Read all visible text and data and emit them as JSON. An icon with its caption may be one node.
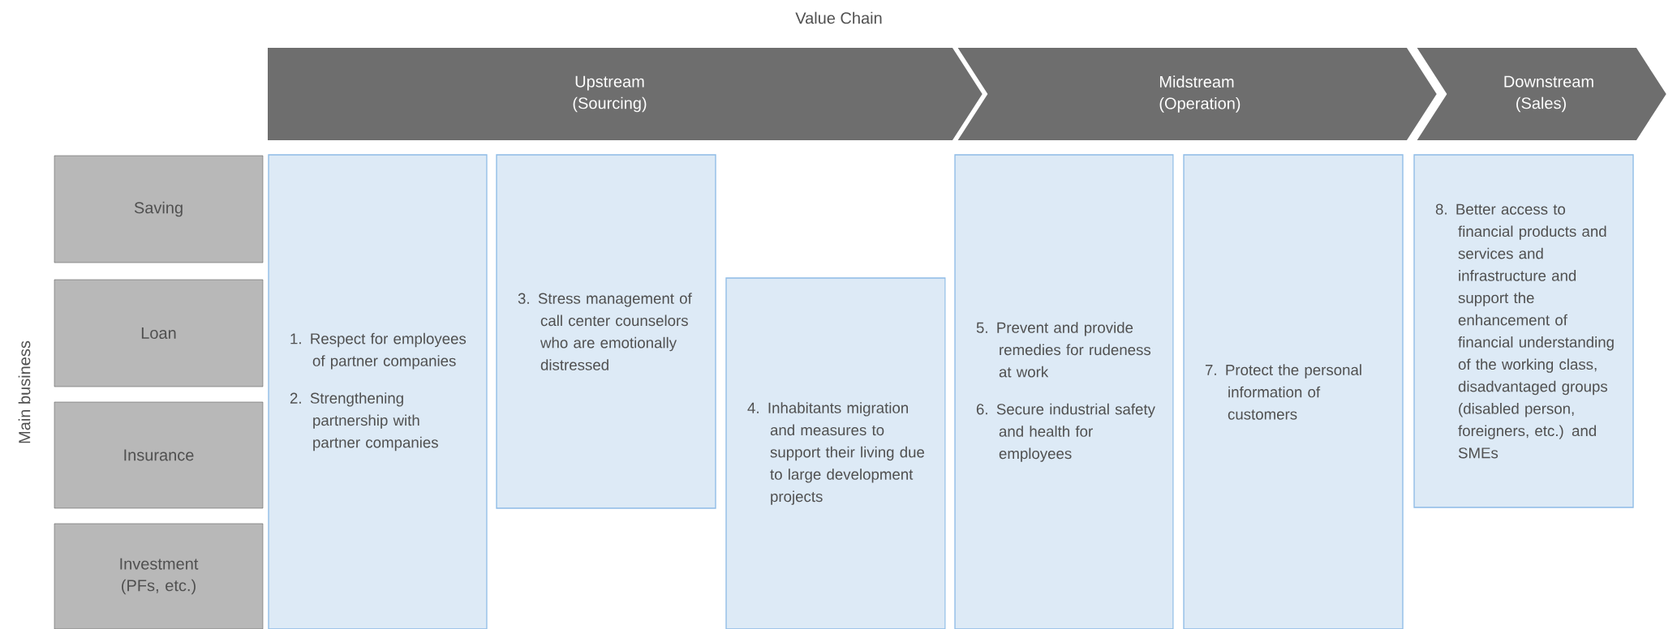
{
  "diagram": {
    "title": "Value Chain",
    "nodes": [
      {
        "text": [
          "Upstream (Sourcing)"
        ]
      },
      {
        "text": [
          "Midstream (Operation)"
        ]
      },
      {
        "text": [
          "Downstream (Sales)"
        ]
      },
      {
        "text": [
          "Saving"
        ]
      },
      {
        "text": [
          "Loan"
        ]
      },
      {
        "text": [
          "Insurance"
        ]
      },
      {
        "text": [
          "Investment (PFs, etc.)"
        ]
      },
      {
        "text": [
          "1. Respect for employees of partner companies",
          "2. Strengthening partnership with partner companies"
        ]
      },
      {
        "text": [
          "3. Stress management of call center counselors who are emotionally distressed"
        ]
      },
      {
        "text": [
          "4. Inhabitants migration and measures to support their living due to large development projects"
        ]
      },
      {
        "text": [
          "5. Prevent and provide remedies for rudeness at work",
          "6. Secure industrial safety and health for employees"
        ]
      },
      {
        "text": [
          "7. Protect the personal information of customers"
        ]
      },
      {
        "text": [
          "8. Better access to financial products and services and infrastructure and support the enhancement of financial understanding of the working class, disadvantaged groups (disabled person, foreigners, etc.) and SMEs"
        ]
      }
    ],
    "labels": [
      "Main business"
    ]
  }
}
